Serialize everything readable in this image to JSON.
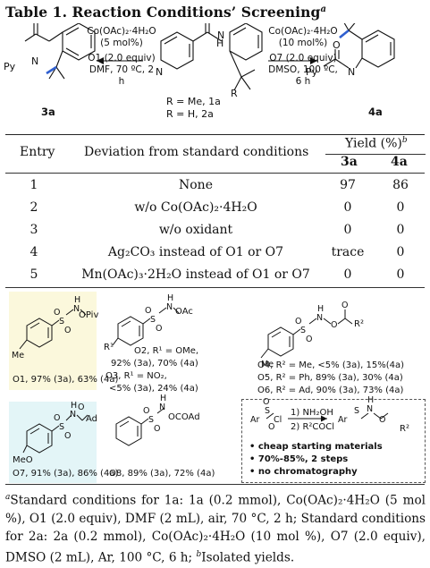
{
  "title": {
    "main": "Table 1. Reaction Conditions’ Screening",
    "footnote_mark": "a"
  },
  "scheme": {
    "left_cond": [
      "Co(OAc)₂·4H₂O",
      "(5 mol%)",
      "O1 (2.0 equiv)",
      "DMF, 70 ºC, 2 h"
    ],
    "right_cond": [
      "Co(OAc)₂·4H₂O",
      "(10 mol%)",
      "O7 (2.0 equiv)",
      "DMSO, 100 ºC,",
      "6 h"
    ],
    "sm_lines": [
      "R = Me, 1a",
      "R = H, 2a"
    ],
    "product_left": "3a",
    "product_right": "4a",
    "py_label": "Py",
    "r_label": "R"
  },
  "table": {
    "col_entry": "Entry",
    "col_deviation": "Deviation from standard conditions",
    "col_yield": "Yield (%)",
    "yield_mark": "b",
    "sub_3a": "3a",
    "sub_4a": "4a",
    "rows": [
      {
        "entry": "1",
        "deviation": "None",
        "y3a": "97",
        "y4a": "86"
      },
      {
        "entry": "2",
        "deviation": "w/o Co(OAc)₂·4H₂O",
        "y3a": "0",
        "y4a": "0"
      },
      {
        "entry": "3",
        "deviation": "w/o oxidant",
        "y3a": "0",
        "y4a": "0"
      },
      {
        "entry": "4",
        "deviation": "Ag₂CO₃ instead of O1 or O7",
        "y3a": "trace",
        "y4a": "0"
      },
      {
        "entry": "5",
        "deviation": "Mn(OAc)₃·2H₂O instead of O1 or O7",
        "y3a": "0",
        "y4a": "0"
      }
    ]
  },
  "reagents": {
    "o1": {
      "group": "OPiv",
      "caption": "O1, 97% (3a), 63% (4a)"
    },
    "o2o3": {
      "group": "OAc",
      "l1": "O2, R¹ = OMe,",
      "l2": "92% (3a), 70% (4a)",
      "l3": "O3, R¹ = NO₂,",
      "l4": "<5% (3a), 24% (4a)",
      "r1": "R¹"
    },
    "o4o6": {
      "group": "R²",
      "l1": "O4, R² = Me, <5% (3a), 15%(4a)",
      "l2": "O5, R² = Ph, 89% (3a), 30% (4a)",
      "l3": "O6, R² = Ad, 90% (3a), 73% (4a)"
    },
    "o7": {
      "group": "Ad",
      "meo": "MeO",
      "caption": "O7, 91% (3a), 86% (4a)"
    },
    "o8": {
      "group": "OCOAd",
      "caption": "O8, 89% (3a), 72% (4a)"
    },
    "prep": {
      "step1": "1) NH₂OH",
      "step2": "2) R²COCl",
      "ar": "Ar",
      "bullets": [
        "cheap starting materials",
        "70%-85%, 2 steps",
        "no chromatography"
      ]
    },
    "atoms": {
      "s": "S",
      "o": "O",
      "n": "N",
      "h": "H",
      "cl": "Cl",
      "me": "Me"
    }
  },
  "colors": {
    "yellow_box": "#fbf8dc",
    "blue_box": "#e3f5f7",
    "blue_bond": "#2f5fd0"
  },
  "footnote": {
    "a_mark": "a",
    "a_text": "Standard conditions for 1a: 1a (0.2 mmol), Co(OAc)₂·4H₂O (5 mol %), O1 (2.0 equiv), DMF (2 mL), air, 70 °C, 2 h; Standard conditions for 2a: 2a (0.2 mmol), Co(OAc)₂·4H₂O (10 mol %), O7 (2.0 equiv), DMSO (2 mL), Ar, 100 °C, 6 h;",
    "b_mark": "b",
    "b_text": "Isolated yields."
  }
}
